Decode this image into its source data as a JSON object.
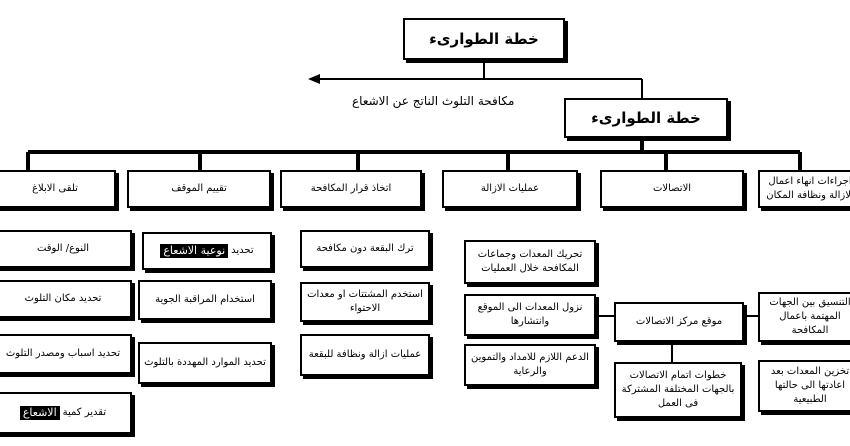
{
  "title_top": "خطة الطوارىء",
  "title_main": "خطة الطوارىء",
  "caption": "مكافحة التلوث الناتج عن الاشعاع",
  "headers": [
    "اجراءات انهاء اعمال الازالة ونظافة المكان",
    "الاتصالات",
    "عمليات الازالة",
    "اتخاذ قرار المكافحة",
    "تقييم الموقف",
    "تلقى الابلاغ"
  ],
  "col_receipt": {
    "items": [
      "النوع/ الوقت",
      "تحديد مكان التلوث",
      "تحديد اسباب ومصدر التلوث"
    ],
    "quantity": {
      "text": "تقدير كمية",
      "highlight": "الاشعاع"
    }
  },
  "col_assess": {
    "radiation_type": {
      "text": "تحديد",
      "highlight": "نوعية الاشعاع"
    },
    "items": [
      "استخدام المراقبة الجوية",
      "تحديد الموارد المهددة بالتلوث"
    ]
  },
  "col_decision": {
    "items": [
      "ترك البقعة دون مكافحة",
      "استخدم المشتتات او معدات الاحتواء",
      "عمليات ازالة ونظافة للبقعة"
    ]
  },
  "col_removal": {
    "items": [
      "تحريك المعدات وجماعات المكافحة خلال العمليات",
      "نزول المعدات الى الموقع وانتشارها",
      "الدعم اللازم للامداد والتموين والرعاية"
    ]
  },
  "col_comms": {
    "center": "موقع مركز الاتصالات",
    "steps": "خطوات اتمام الاتصالات بالجهات المختلفة المشتركة فى العمل"
  },
  "col_ending": {
    "items": [
      "التنسيق بين الجهات المهتمة باعمال المكافحة",
      "تخزين المعدات بعد اعادتها الى حالتها الطبيعية"
    ]
  }
}
